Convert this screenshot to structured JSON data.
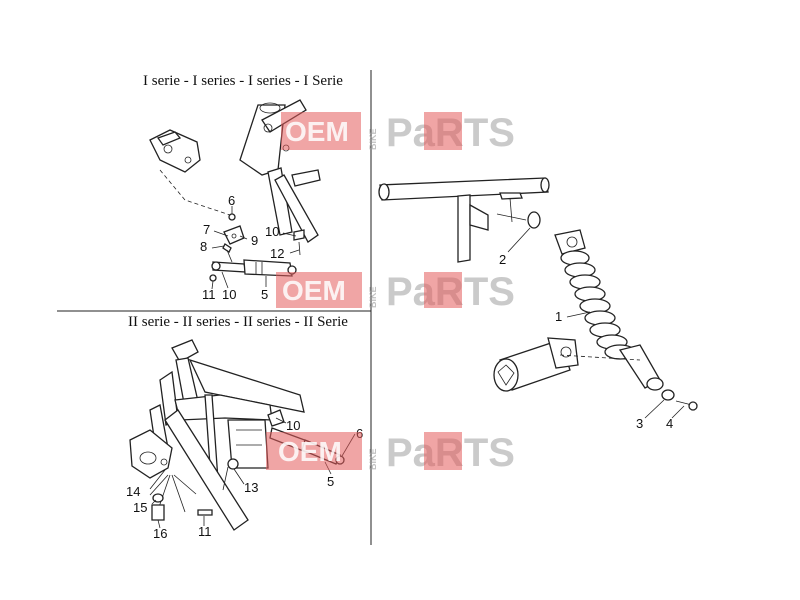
{
  "sections": {
    "series1_title": "I serie - I series - I series - I Serie",
    "series2_title": "II serie - II series - II series - II Serie"
  },
  "callouts": {
    "left_top": [
      "6",
      "7",
      "9",
      "8",
      "10",
      "12",
      "11",
      "10",
      "5"
    ],
    "left_bottom": [
      "10",
      "6",
      "14",
      "13",
      "5",
      "15",
      "16",
      "11"
    ],
    "right": [
      "2",
      "1",
      "3",
      "4"
    ]
  },
  "watermark": {
    "oem": "OEM",
    "bike": "BIKE",
    "parts": "PaRTS"
  },
  "colors": {
    "watermark_red": "#e35b5b",
    "watermark_gray": "#8c8c8c",
    "line": "#222222"
  }
}
